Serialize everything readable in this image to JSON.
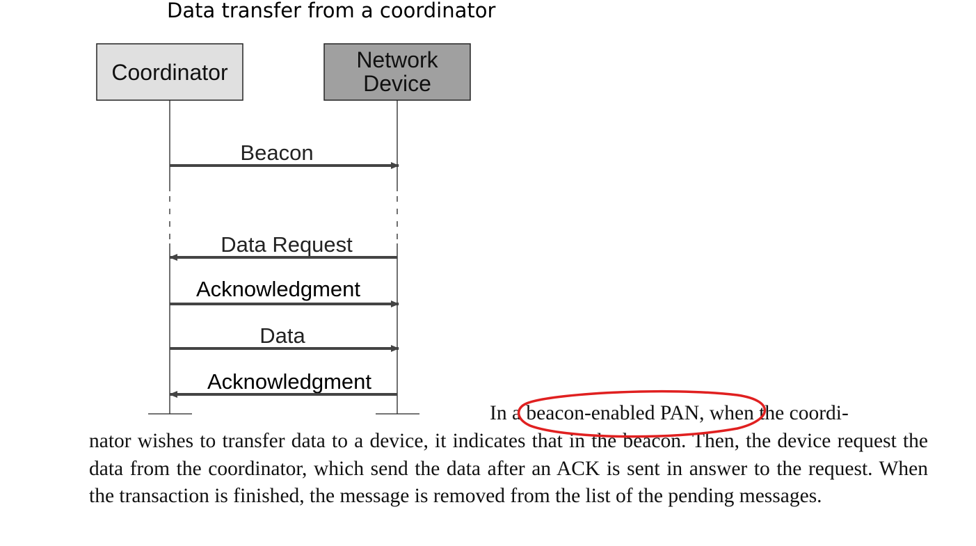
{
  "title": "Data transfer from a coordinator",
  "diagram": {
    "lifelines": [
      {
        "id": "coordinator",
        "label_lines": [
          "Coordinator"
        ],
        "fill": "#e0e0e0"
      },
      {
        "id": "network-device",
        "label_lines": [
          "Network",
          "Device"
        ],
        "fill": "#a0a0a0"
      }
    ],
    "messages": [
      {
        "label": "Beacon",
        "direction": "coordinator-to-device"
      },
      {
        "label": "Data Request",
        "direction": "device-to-coordinator"
      },
      {
        "label": "Acknowledgment",
        "direction": "coordinator-to-device"
      },
      {
        "label": "Data",
        "direction": "coordinator-to-device"
      },
      {
        "label": "Acknowledgment",
        "direction": "device-to-coordinator"
      }
    ],
    "annotation_color": "#e02020"
  },
  "text": {
    "first_line": "In a beacon-enabled PAN, when the coordi-",
    "paragraph": "nator wishes to transfer data to a device, it indicates that in the beacon. Then, the device request the data from the coordinator, which send the data after an ACK is sent in answer to the request. When the transaction is finished, the message is removed from the list of the pending messages."
  }
}
